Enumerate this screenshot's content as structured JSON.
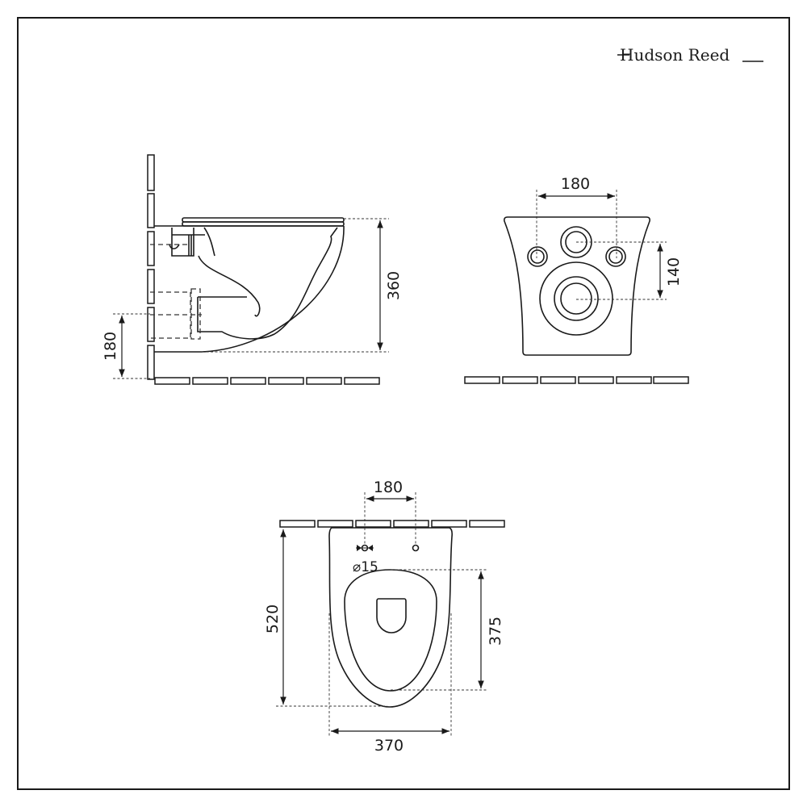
{
  "brand": {
    "logo_text": "Hudson Reed"
  },
  "side_view": {
    "height_label": "360",
    "outlet_height_label": "180"
  },
  "rear_view": {
    "fixing_width_label": "180",
    "fixing_to_outlet_label": "140"
  },
  "top_view": {
    "fixing_width_label": "180",
    "hole_diameter_label": "⌀15",
    "length_label": "520",
    "seat_length_label": "375",
    "width_label": "370"
  }
}
